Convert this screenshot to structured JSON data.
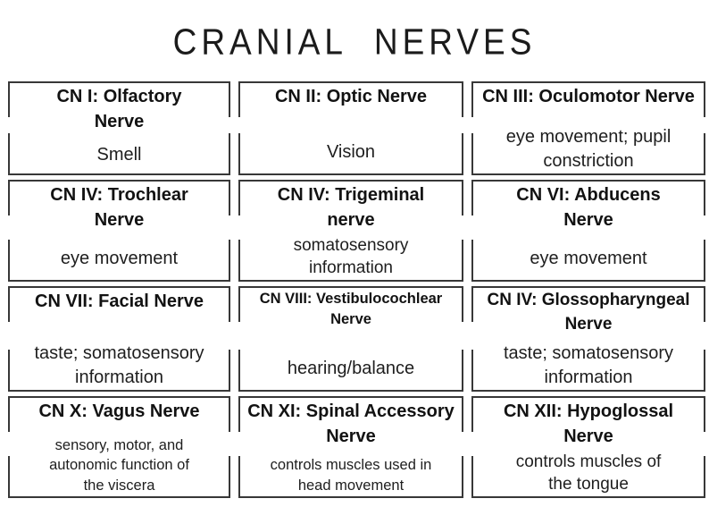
{
  "colors": {
    "background": "#ffffff",
    "border": "#383838",
    "title_text": "#1b1b1b",
    "card_title_text": "#121212",
    "card_function_text": "#1e1e1e"
  },
  "header": {
    "title": "CRANIAL NERVES"
  },
  "grid": {
    "cells": [
      {
        "id": "cn-1",
        "title": "CN I: Olfactory Nerve",
        "function": "Smell"
      },
      {
        "id": "cn-2",
        "title": "CN II: Optic Nerve",
        "function": "Vision"
      },
      {
        "id": "cn-3",
        "title": "CN III: Oculomotor Nerve",
        "function": "eye movement; pupil constriction"
      },
      {
        "id": "cn-4",
        "title": "CN IV: Trochlear Nerve",
        "function": "eye movement"
      },
      {
        "id": "cn-5",
        "title": "CN IV: Trigeminal nerve",
        "function": "somatosensory information"
      },
      {
        "id": "cn-6",
        "title": "CN VI: Abducens Nerve",
        "function": "eye movement"
      },
      {
        "id": "cn-7",
        "title": "CN VII: Facial Nerve",
        "function": "taste; somatosensory information"
      },
      {
        "id": "cn-8",
        "title": "CN VIII: Vestibulocochlear Nerve",
        "function": "hearing/balance"
      },
      {
        "id": "cn-9",
        "title": "CN IV: Glossopharyngeal Nerve",
        "function": "taste; somatosensory information"
      },
      {
        "id": "cn-10",
        "title": "CN X: Vagus Nerve",
        "function": "sensory, motor, and autonomic function of the viscera"
      },
      {
        "id": "cn-11",
        "title": "CN XI: Spinal Accessory Nerve",
        "function": "controls muscles used in head movement"
      },
      {
        "id": "cn-12",
        "title": "CN XII: Hypoglossal Nerve",
        "function": "controls muscles of the tongue"
      }
    ]
  }
}
